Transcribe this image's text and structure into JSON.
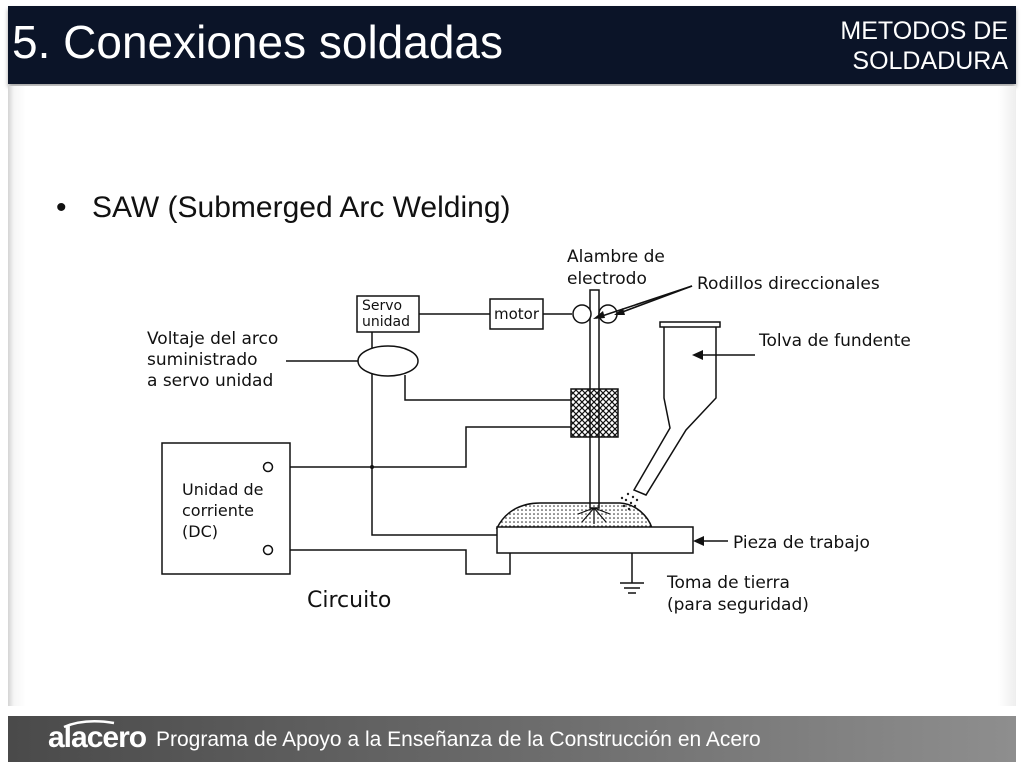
{
  "header": {
    "title": "5. Conexiones soldadas",
    "section_line1": "METODOS DE",
    "section_line2": "SOLDADURA"
  },
  "bullet": {
    "symbol": "•",
    "text": "SAW (Submerged Arc Welding)"
  },
  "diagram": {
    "label_alambre_line1": "Alambre de",
    "label_alambre_line2": "electrodo",
    "label_rodillos": "Rodillos direccionales",
    "label_servo_line1": "Servo",
    "label_servo_line2": "unidad",
    "label_motor": "motor",
    "label_tolva": "Tolva de fundente",
    "label_voltaje_line1": "Voltaje del arco",
    "label_voltaje_line2": "suministrado",
    "label_voltaje_line3": "a servo unidad",
    "label_unidad_line1": "Unidad de",
    "label_unidad_line2": "corriente",
    "label_unidad_line3": "(DC)",
    "label_pieza": "Pieza de trabajo",
    "label_toma_line1": "Toma de tierra",
    "label_toma_line2": "(para seguridad)",
    "label_circuito": "Circuito"
  },
  "footer": {
    "logo": "alacero",
    "text": "Programa de Apoyo a la Enseñanza de la Construcción en Acero"
  }
}
